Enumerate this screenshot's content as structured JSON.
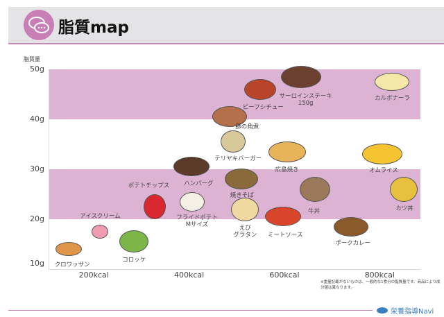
{
  "header": {
    "title": "脂質map",
    "icon": "chat-bubbles-icon"
  },
  "note": "※重量記載がないものは、一般的な1食分の脂質量です。商品により成分値は異なります。",
  "brand": "栄養指導Navi",
  "colors": {
    "band": "#dcb3d3",
    "accent": "#c97fb5",
    "brand": "#3a7fc1"
  },
  "chart_data": {
    "type": "scatter",
    "title": "脂質map",
    "ylabel": "脂質量",
    "xlabel": "",
    "xlim": [
      105,
      884
    ],
    "ylim": [
      10,
      50
    ],
    "yticks": [
      {
        "v": 50,
        "label": "50g"
      },
      {
        "v": 40,
        "label": "40g"
      },
      {
        "v": 30,
        "label": "30g"
      },
      {
        "v": 20,
        "label": "20g"
      },
      {
        "v": 10,
        "label": "10g"
      }
    ],
    "xticks": [
      {
        "v": 200,
        "label": "200kcal"
      },
      {
        "v": 400,
        "label": "400kcal"
      },
      {
        "v": 600,
        "label": "600kcal"
      },
      {
        "v": 800,
        "label": "800kcal"
      }
    ],
    "bands": [
      [
        40,
        50
      ],
      [
        20,
        30
      ]
    ],
    "points": [
      {
        "name": "クロワッサン",
        "kcal": 146,
        "fat": 14,
        "color": "#e0964a"
      },
      {
        "name": "アイスクリーム",
        "kcal": 212,
        "fat": 17.5,
        "color": "#f19bb5"
      },
      {
        "name": "コロッケ",
        "kcal": 283,
        "fat": 15.5,
        "color": "#7cb548"
      },
      {
        "name": "ポテトチップス",
        "kcal": 327,
        "fat": 22.5,
        "color": "#d9282f"
      },
      {
        "name": "フライドポテト Mサイズ",
        "kcal": 405,
        "fat": 23.5,
        "color": "#f4f0e6"
      },
      {
        "name": "ハンバーグ",
        "kcal": 404,
        "fat": 30.5,
        "color": "#5b3a2a"
      },
      {
        "name": "テリヤキバーガー",
        "kcal": 491,
        "fat": 35.5,
        "color": "#d8c89a"
      },
      {
        "name": "豚の角煮",
        "kcal": 484,
        "fat": 40.5,
        "color": "#b3704a"
      },
      {
        "name": "ビーフシチュー",
        "kcal": 548,
        "fat": 46,
        "color": "#b8452a"
      },
      {
        "name": "サーロインステーキ 150g",
        "kcal": 633,
        "fat": 48.5,
        "color": "#6b4030"
      },
      {
        "name": "カルボナーラ",
        "kcal": 825,
        "fat": 47.5,
        "color": "#f5e7a8"
      },
      {
        "name": "広島焼き",
        "kcal": 604,
        "fat": 33.5,
        "color": "#e8b45a"
      },
      {
        "name": "焼きそば",
        "kcal": 508,
        "fat": 28,
        "color": "#8a6a3a"
      },
      {
        "name": "えび グラタン",
        "kcal": 516,
        "fat": 22,
        "color": "#f0d9a0"
      },
      {
        "name": "ミートソース",
        "kcal": 596,
        "fat": 20.5,
        "color": "#d8452a"
      },
      {
        "name": "牛丼",
        "kcal": 662,
        "fat": 26,
        "color": "#9a7a5a"
      },
      {
        "name": "オムライス",
        "kcal": 804,
        "fat": 33,
        "color": "#f5c430"
      },
      {
        "name": "カツ丼",
        "kcal": 849,
        "fat": 26,
        "color": "#e8c040"
      },
      {
        "name": "ポークカレー",
        "kcal": 738,
        "fat": 18.5,
        "color": "#8a5a2a"
      }
    ]
  }
}
